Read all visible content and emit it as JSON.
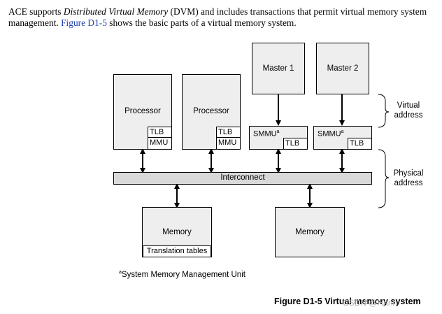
{
  "intro": {
    "part1": "ACE supports ",
    "italic": "Distributed Virtual Memory",
    "part2": " (DVM) and includes transactions that permit virtual memory system management. ",
    "link": "Figure D1-5",
    "part3": " shows the basic parts of a virtual memory system."
  },
  "diagram": {
    "processor_label": "Processor",
    "tlb_label": "TLB",
    "mmu_label": "MMU",
    "master1_label": "Master 1",
    "master2_label": "Master 2",
    "smmu_label": "SMMU",
    "smmu_note_mark": "a",
    "interconnect_label": "Interconnect",
    "memory_label": "Memory",
    "translation_tables_label": "Translation tables",
    "virtual_address_line1": "Virtual",
    "virtual_address_line2": "address",
    "physical_address_line1": "Physical",
    "physical_address_line2": "address"
  },
  "footnote": {
    "mark": "a",
    "text": "System Memory Management Unit"
  },
  "caption": "Figure D1-5 Virtual memory system",
  "watermark": "CSDN @Hann"
}
